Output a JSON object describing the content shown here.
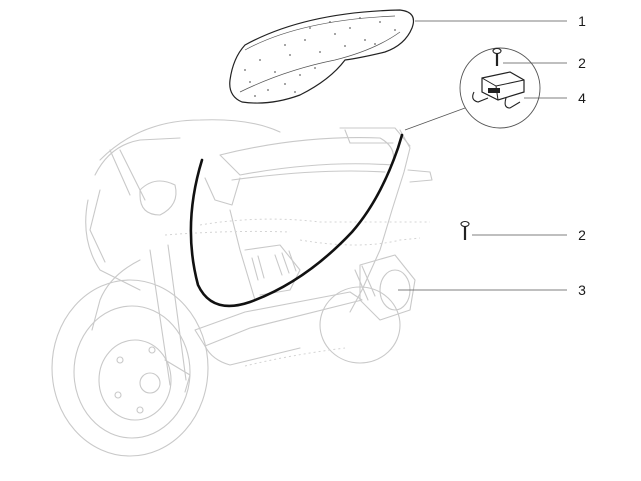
{
  "callouts": [
    {
      "id": "c1",
      "label": "1"
    },
    {
      "id": "c2a",
      "label": "2"
    },
    {
      "id": "c4",
      "label": "4"
    },
    {
      "id": "c2b",
      "label": "2"
    },
    {
      "id": "c3",
      "label": "3"
    }
  ],
  "colors": {
    "ink": "#222222",
    "ghost": "#c9c9c9",
    "cable": "#111111"
  },
  "icons": [
    "seat",
    "screw",
    "lock-bracket",
    "saddle-cable",
    "scooter-ghost"
  ]
}
